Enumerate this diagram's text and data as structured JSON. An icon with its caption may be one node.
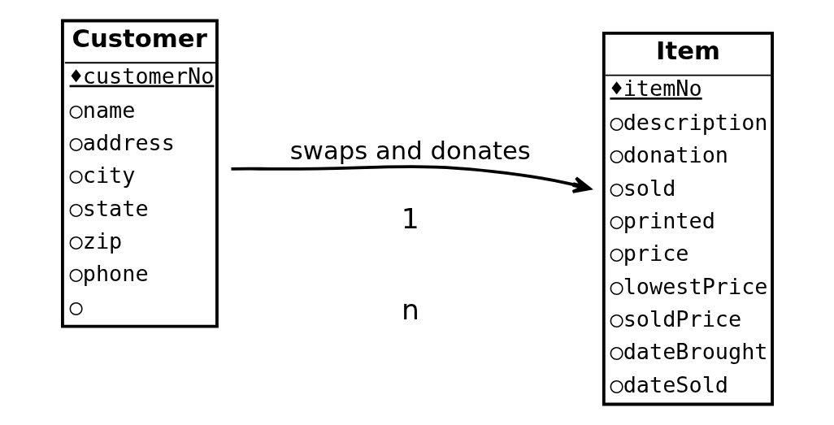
{
  "diagram": {
    "nodes": [
      {
        "text": [
          "Customer",
          "♦customerNo",
          "○name",
          "○address",
          "○city",
          "○state",
          "○zip",
          "○phone",
          "○"
        ]
      },
      {
        "text": [
          "Item",
          "♦itemNo",
          "○description",
          "○donation",
          "○sold",
          "○printed",
          "○price",
          "○lowestPrice",
          "○soldPrice",
          "○dateBrought",
          "○dateSold"
        ]
      }
    ],
    "edges": [
      {
        "from": 0,
        "to": 1,
        "arrow": "to",
        "label": "swaps and donates"
      }
    ],
    "labels": [
      "1",
      "n"
    ]
  }
}
